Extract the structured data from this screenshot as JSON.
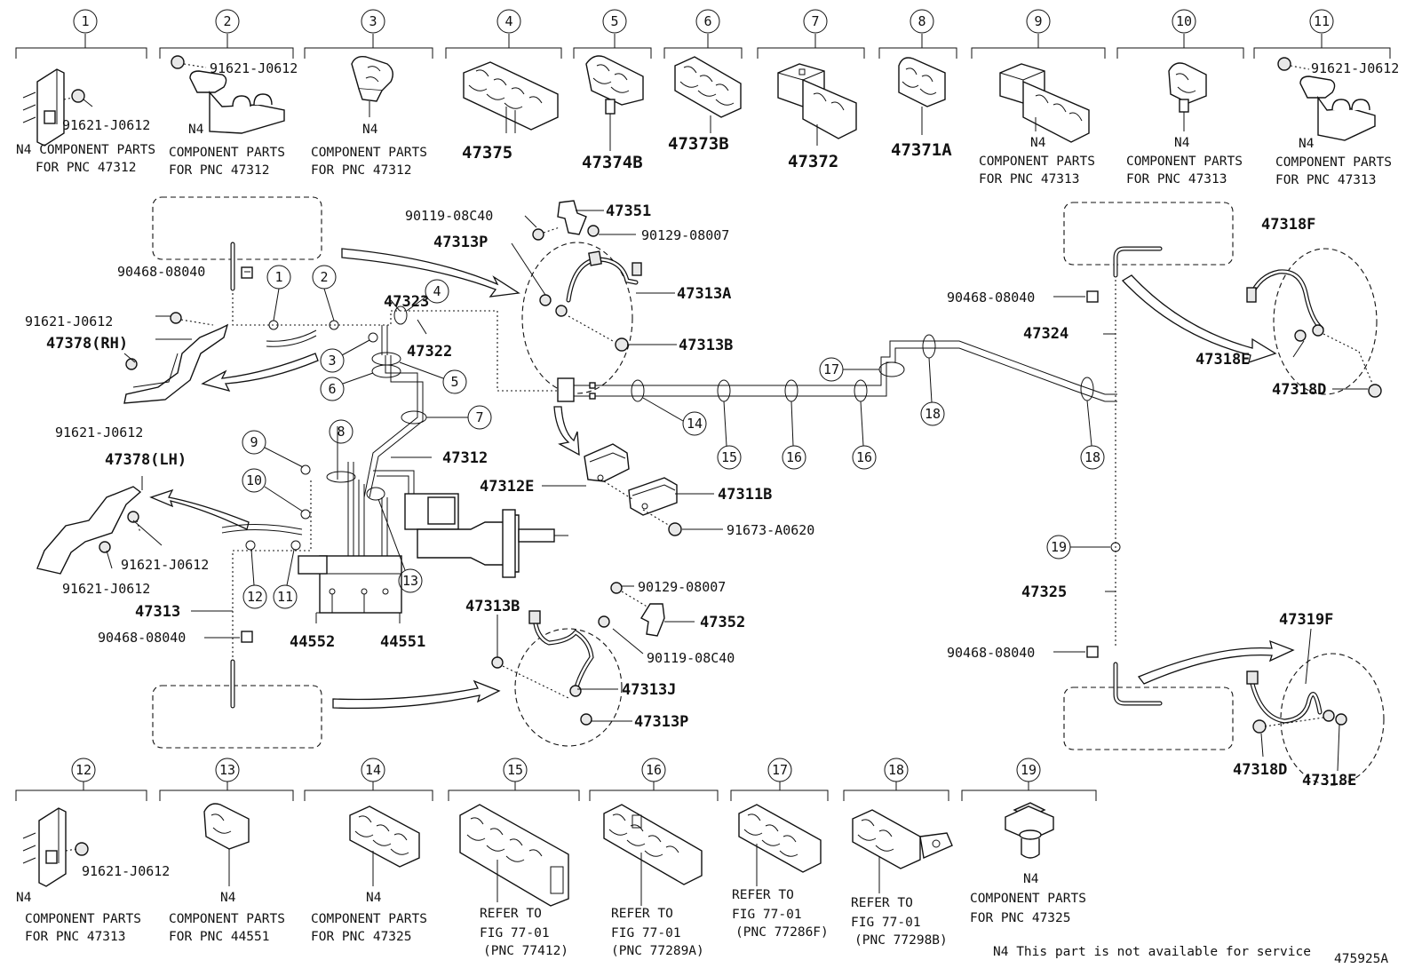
{
  "diagram_id": "475925A",
  "footnote": "N4 This part is not available for service",
  "n4": "N4",
  "ref_numbers": [
    "1",
    "2",
    "3",
    "4",
    "5",
    "6",
    "7",
    "8",
    "9",
    "10",
    "11",
    "12",
    "13",
    "14",
    "15",
    "16",
    "17",
    "18",
    "19"
  ],
  "top_parts": [
    {
      "ref": "1",
      "pn": "91621-J0612",
      "note1": "N4 COMPONENT PARTS",
      "note2": "FOR PNC 47312"
    },
    {
      "ref": "2",
      "pn": "91621-J0612",
      "note1": "COMPONENT PARTS",
      "note2": "FOR PNC 47312"
    },
    {
      "ref": "3",
      "note1": "COMPONENT PARTS",
      "note2": "FOR PNC 47312"
    },
    {
      "ref": "4",
      "pn": "47375"
    },
    {
      "ref": "5",
      "pn": "47374B"
    },
    {
      "ref": "6",
      "pn": "47373B"
    },
    {
      "ref": "7",
      "pn": "47372"
    },
    {
      "ref": "8",
      "pn": "47371A"
    },
    {
      "ref": "9",
      "note1": "COMPONENT PARTS",
      "note2": "FOR PNC 47313"
    },
    {
      "ref": "10",
      "note1": "COMPONENT PARTS",
      "note2": "FOR PNC 47313"
    },
    {
      "ref": "11",
      "pn": "91621-J0612",
      "note1": "COMPONENT PARTS",
      "note2": "FOR PNC 47313"
    }
  ],
  "bottom_parts": [
    {
      "ref": "12",
      "pn": "91621-J0612",
      "note1": "COMPONENT PARTS",
      "note2": "FOR PNC 47313"
    },
    {
      "ref": "13",
      "note1": "COMPONENT PARTS",
      "note2": "FOR PNC 44551"
    },
    {
      "ref": "14",
      "note1": "COMPONENT PARTS",
      "note2": "FOR PNC 47325"
    },
    {
      "ref": "15",
      "note1": "REFER TO",
      "note2": "FIG 77-01",
      "note3": "(PNC 77412)"
    },
    {
      "ref": "16",
      "note1": "REFER TO",
      "note2": "FIG 77-01",
      "note3": "(PNC 77289A)"
    },
    {
      "ref": "17",
      "note1": "REFER TO",
      "note2": "FIG 77-01",
      "note3": "(PNC 77286F)"
    },
    {
      "ref": "18",
      "note1": "REFER TO",
      "note2": "FIG 77-01",
      "note3": "(PNC 77298B)"
    },
    {
      "ref": "19",
      "note1": "COMPONENT PARTS",
      "note2": "FOR PNC 47325"
    }
  ],
  "labels": {
    "p90468_1": "90468-08040",
    "p91621_a": "91621-J0612",
    "p47378rh": "47378(RH)",
    "p91621_b": "91621-J0612",
    "p47323": "47323",
    "p47322": "47322",
    "p47312": "47312",
    "p47378lh": "47378(LH)",
    "p91621_c": "91621-J0612",
    "p91621_d": "91621-J0612",
    "p47313": "47313",
    "p90468_2": "90468-08040",
    "p44552": "44552",
    "p44551": "44551",
    "p90119_1": "90119-08C40",
    "p47351": "47351",
    "p90129_1": "90129-08007",
    "p47313P_1": "47313P",
    "p47313A": "47313A",
    "p47313B_1": "47313B",
    "p47312E": "47312E",
    "p47311B": "47311B",
    "p91673": "91673-A0620",
    "p90129_2": "90129-08007",
    "p47352": "47352",
    "p90119_2": "90119-08C40",
    "p47313B_2": "47313B",
    "p47313J": "47313J",
    "p47313P_2": "47313P",
    "p90468_3": "90468-08040",
    "p47324": "47324",
    "p47318F": "47318F",
    "p47318E_1": "47318E",
    "p47318D_1": "47318D",
    "p47325": "47325",
    "p90468_4": "90468-08040",
    "p47319F": "47319F",
    "p47318D_2": "47318D",
    "p47318E_2": "47318E"
  }
}
